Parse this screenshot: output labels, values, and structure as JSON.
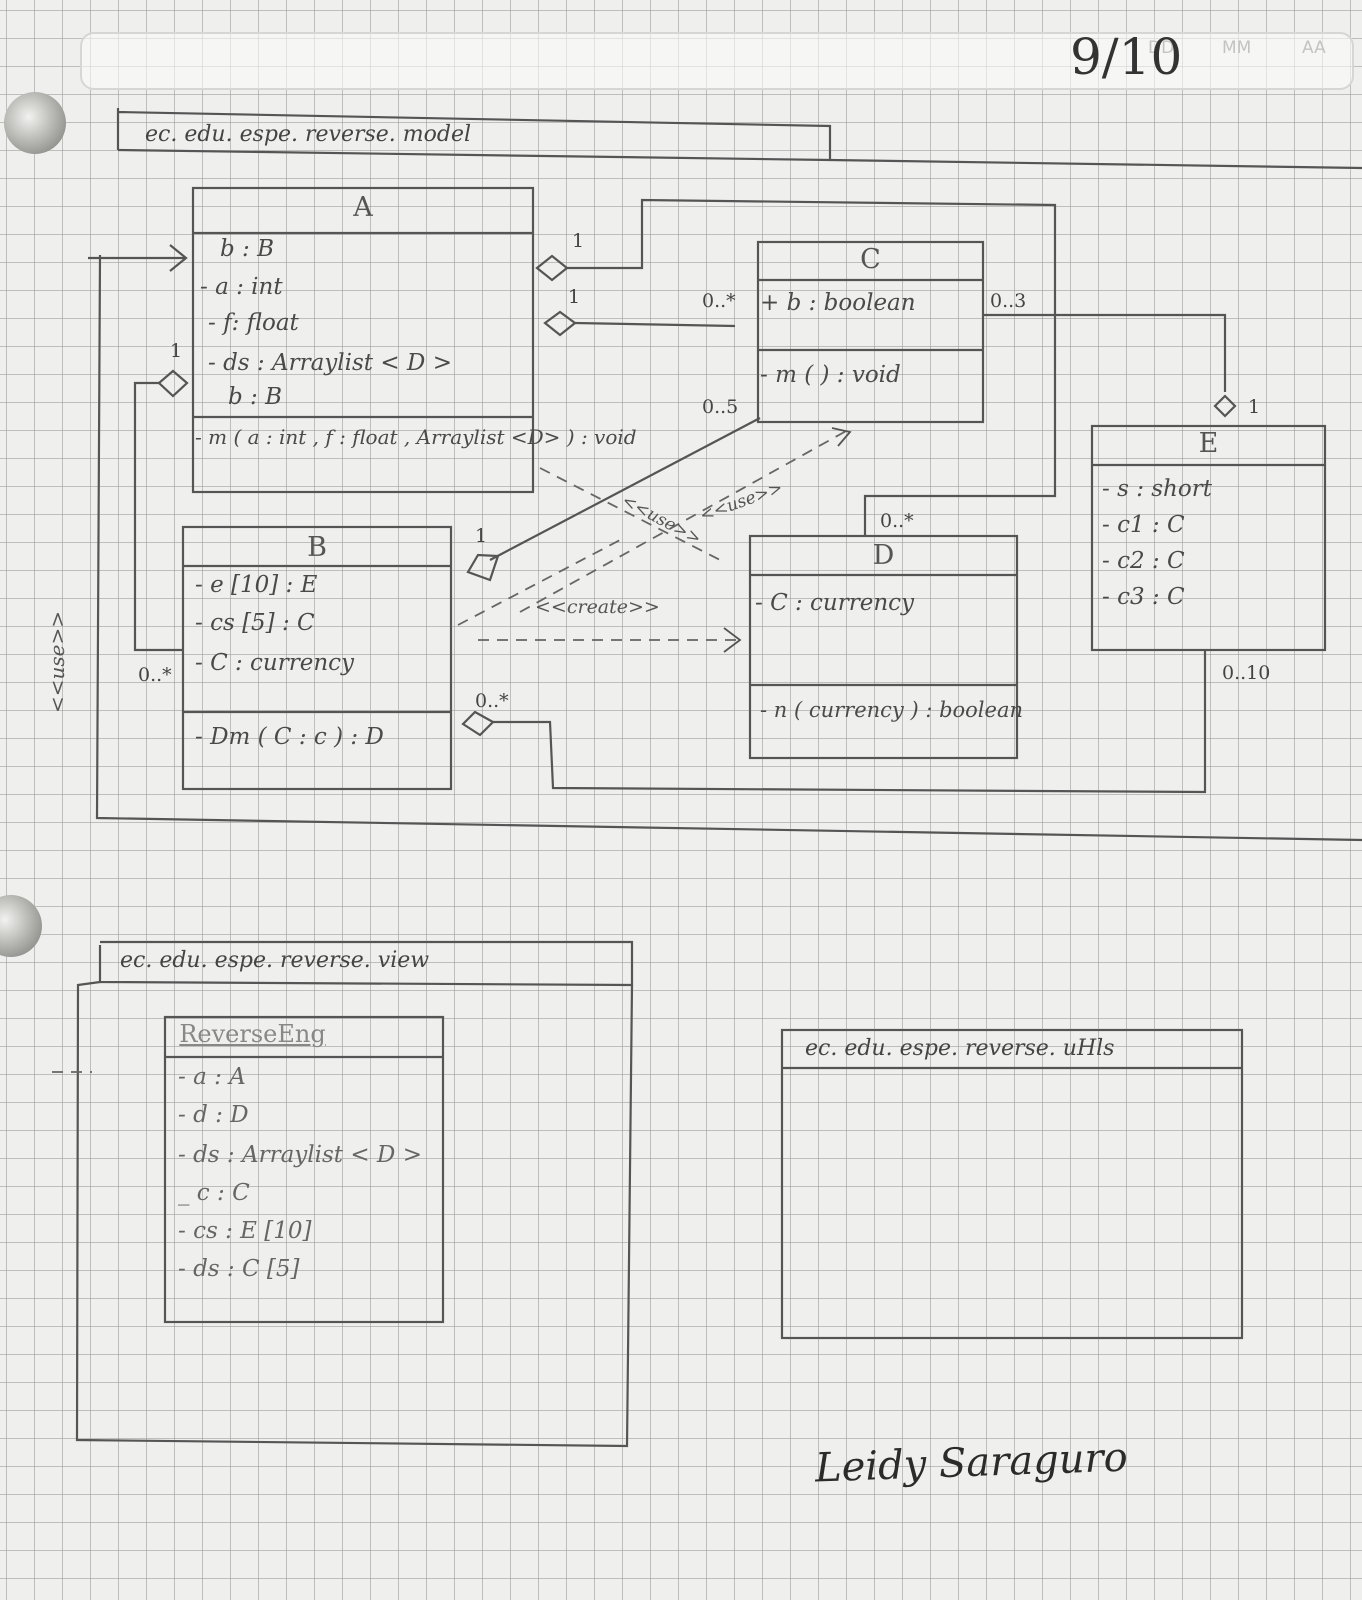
{
  "header": {
    "date_labels": [
      "DD",
      "MM",
      "AA"
    ],
    "grade": "9/10"
  },
  "packages": {
    "model": {
      "label": "ec. edu. espe. reverse. model"
    },
    "view": {
      "label": "ec. edu. espe. reverse. view"
    },
    "utils": {
      "label": "ec. edu. espe. reverse. uHls"
    }
  },
  "classes": {
    "A": {
      "name": "A",
      "attributes": [
        "b : B",
        "- a : int",
        "- f: float",
        "- ds : Arraylist < D >",
        "b : B"
      ],
      "methods": [
        "- m ( a : int , f : float , Arraylist <D> ) : void"
      ]
    },
    "B": {
      "name": "B",
      "attributes": [
        "- e [10] : E",
        "- cs [5] : C",
        "- C : currency"
      ],
      "methods": [
        "- Dm ( C : c ) : D"
      ]
    },
    "C": {
      "name": "C",
      "attributes": [
        "+ b : boolean"
      ],
      "methods": [
        "- m ( ) : void"
      ]
    },
    "D": {
      "name": "D",
      "attributes": [
        "- C : currency"
      ],
      "methods": [
        "- n ( currency ) : boolean"
      ]
    },
    "E": {
      "name": "E",
      "attributes": [
        "- s : short",
        "- c1 : C",
        "- c2 : C",
        "- c3 : C"
      ],
      "methods": []
    },
    "ReverseEng": {
      "name": "ReverseEng",
      "attributes": [
        "- a : A",
        "- d : D",
        "- ds : Arraylist < D >",
        "_ c : C",
        "- cs : E [10]",
        "- ds : C [5]"
      ]
    }
  },
  "multiplicities": {
    "a_c_top": "1",
    "a_c_mid": "1",
    "c_a_many": "0..*",
    "c_bottom": "0..5",
    "c_e": "0..3",
    "e_agg": "1",
    "b_a_one": "1",
    "b_a_many": "0..*",
    "b_c_one": "1",
    "d_top": "0..*",
    "b_d_many": "0..*",
    "e_d": "0..10"
  },
  "stereotypes": {
    "use1": "<<use>>",
    "use2": "<<use>>",
    "create": "<<create>>",
    "side_use": "<<use>>"
  },
  "signature": "Leidy Saraguro"
}
